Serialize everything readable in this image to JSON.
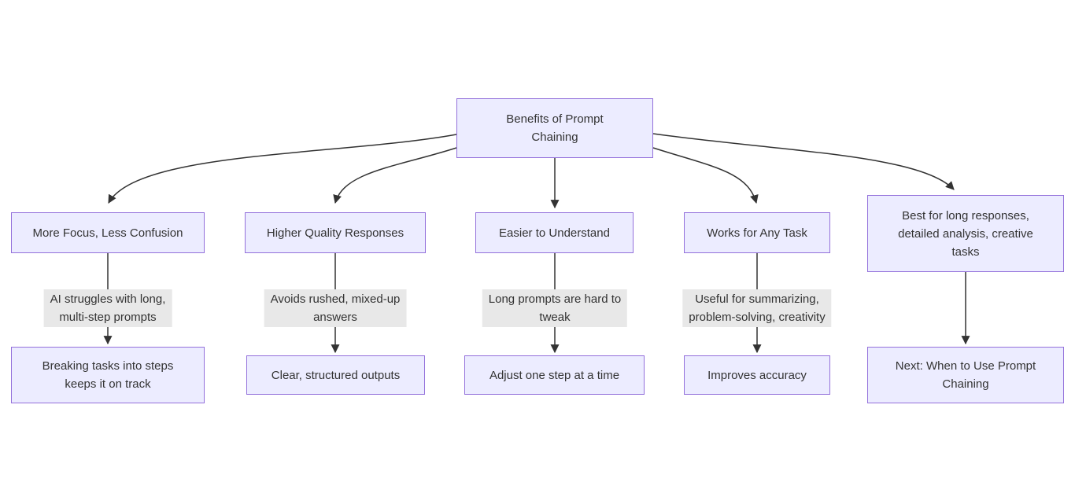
{
  "diagram": {
    "type": "flowchart",
    "root": {
      "label": "Benefits of Prompt\nChaining"
    },
    "columns": [
      {
        "benefit": "More Focus, Less Confusion",
        "edge_label": "AI struggles with long,\nmulti-step prompts",
        "outcome": "Breaking tasks into steps\nkeeps it on track"
      },
      {
        "benefit": "Higher Quality Responses",
        "edge_label": "Avoids rushed, mixed-up\nanswers",
        "outcome": "Clear, structured outputs"
      },
      {
        "benefit": "Easier to Understand",
        "edge_label": "Long prompts are hard to\ntweak",
        "outcome": "Adjust one step at a time"
      },
      {
        "benefit": "Works for Any Task",
        "edge_label": "Useful for summarizing,\nproblem-solving, creativity",
        "outcome": "Improves accuracy"
      },
      {
        "benefit": "Best for long responses,\ndetailed analysis, creative\ntasks",
        "edge_label": "",
        "outcome": "Next: When to Use Prompt\nChaining"
      }
    ],
    "colors": {
      "node_fill": "#ECECFF",
      "node_border": "#9370DB",
      "edge_stroke": "#333333",
      "text": "#333333",
      "edge_label_bg": "#e8e8e8",
      "background": "#ffffff"
    }
  }
}
